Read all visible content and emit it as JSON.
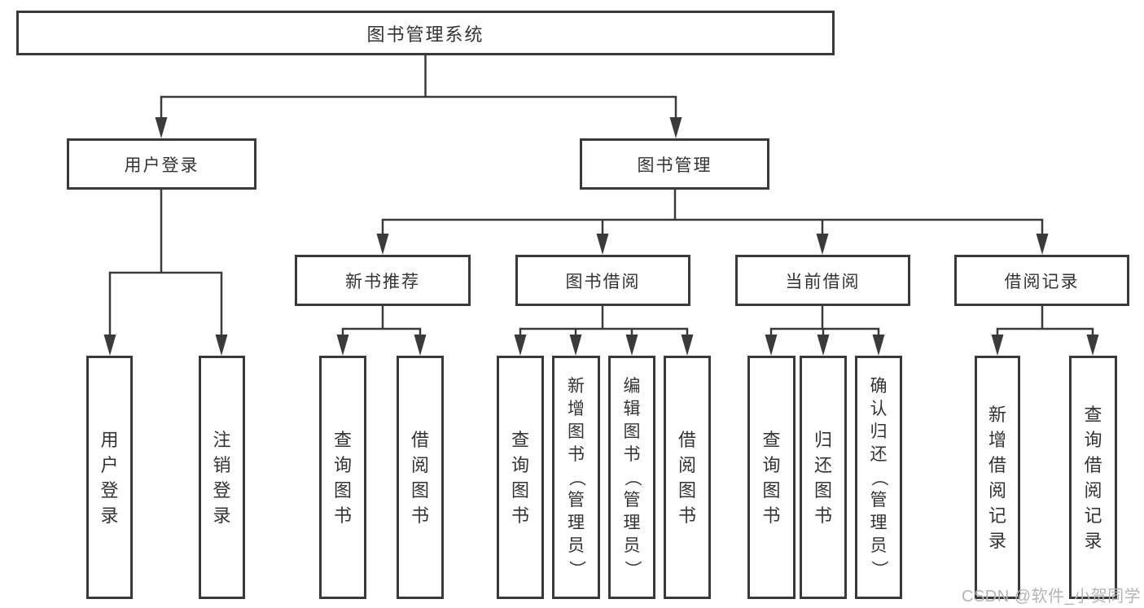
{
  "colors": {
    "background": "#ffffff",
    "line": "#3a3a3a",
    "box_border": "#3a3a3a",
    "text": "#333333",
    "watermark": "#b4b4b4"
  },
  "root": {
    "label": "图书管理系统"
  },
  "level2": [
    {
      "label": "用户登录"
    },
    {
      "label": "图书管理"
    }
  ],
  "level3": [
    {
      "label": "新书推荐"
    },
    {
      "label": "图书借阅"
    },
    {
      "label": "当前借阅"
    },
    {
      "label": "借阅记录"
    }
  ],
  "groups": [
    {
      "parent": "用户登录",
      "children": [
        "用户登录",
        "注销登录"
      ]
    },
    {
      "parent": "新书推荐",
      "children": [
        "查询图书",
        "借阅图书"
      ]
    },
    {
      "parent": "图书借阅",
      "children": [
        "查询图书",
        "新增图书（管理员）",
        "编辑图书（管理员）",
        "借阅图书"
      ]
    },
    {
      "parent": "当前借阅",
      "children": [
        "查询图书",
        "归还图书",
        "确认归还（管理员）"
      ]
    },
    {
      "parent": "借阅记录",
      "children": [
        "新增借阅记录",
        "查询借阅记录"
      ]
    }
  ],
  "watermark": {
    "text": "CSDN @软件_小贺同学"
  }
}
